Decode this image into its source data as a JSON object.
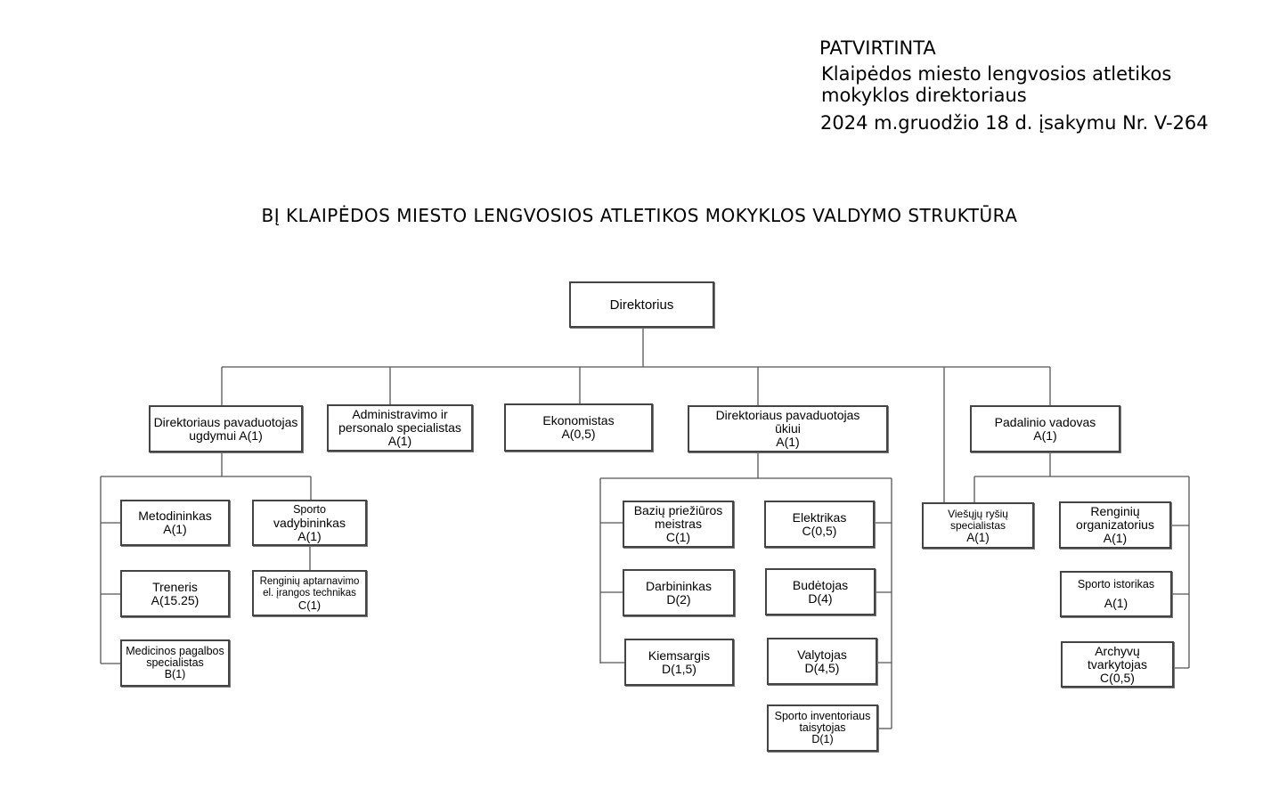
{
  "approval": {
    "line1": "PATVIRTINTA",
    "line2": "Klaipėdos miesto lengvosios atletikos",
    "line3": "mokyklos direktoriaus",
    "line4": "2024 m.gruodžio 18 d. įsakymu Nr. V-264"
  },
  "title": "BĮ KLAIPĖDOS MIESTO LENGVOSIOS ATLETIKOS MOKYKLOS VALDYMO STRUKTŪRA",
  "nodes": {
    "direktorius": {
      "l1": "Direktorius"
    },
    "pav_ugdymui": {
      "l1": "Direktoriaus pavaduotojas",
      "l2": "ugdymui  A(1)"
    },
    "administravimo": {
      "l1": "Administravimo ir",
      "l2": "personalo specialistas",
      "l3": "A(1)"
    },
    "ekonomistas": {
      "l1": "Ekonomistas",
      "l2": "A(0,5)"
    },
    "pav_ukiui": {
      "l1": "Direktoriaus  pavaduotojas",
      "l2": "ūkiui",
      "l3": "A(1)"
    },
    "padalinio": {
      "l1": "Padalinio vadovas",
      "l2": "A(1)"
    },
    "metodininkas": {
      "l1": "Metodininkas",
      "l2": "A(1)"
    },
    "treneris": {
      "l1": "Treneris",
      "l2": "A(15.25)"
    },
    "medicinos": {
      "l1": "Medicinos pagalbos",
      "l2": "specialistas",
      "l3": "B(1)"
    },
    "sporto_vadybininkas": {
      "l1": "Sporto",
      "l2": "vadybininkas",
      "l3": "A(1)"
    },
    "renginiu_technikas": {
      "l1": "Renginių aptarnavimo",
      "l2": "el. įrangos technikas",
      "l3": "C(1)"
    },
    "baziu": {
      "l1": "Bazių priežiūros",
      "l2": "meistras",
      "l3": "C(1)"
    },
    "darbininkas": {
      "l1": "Darbininkas",
      "l2": "D(2)"
    },
    "kiemsargis": {
      "l1": "Kiemsargis",
      "l2": "D(1,5)"
    },
    "elektrikas": {
      "l1": "Elektrikas",
      "l2": "C(0,5)"
    },
    "budetojas": {
      "l1": "Budėtojas",
      "l2": "D(4)"
    },
    "valytojas": {
      "l1": "Valytojas",
      "l2": "D(4,5)"
    },
    "inventoriaus": {
      "l1": "Sporto inventoriaus",
      "l2": "taisytojas",
      "l3": "D(1)"
    },
    "viesuju": {
      "l1": "Viešųjų ryšių",
      "l2": "specialistas",
      "l3": "A(1)"
    },
    "renginiu_org": {
      "l1": "Renginių",
      "l2": "organizatorius",
      "l3": "A(1)"
    },
    "istorikas": {
      "l1": "Sporto istorikas",
      "l2": "A(1)"
    },
    "archyvu": {
      "l1": "Archyvų",
      "l2": "tvarkytojas",
      "l3": "C(0,5)"
    }
  }
}
